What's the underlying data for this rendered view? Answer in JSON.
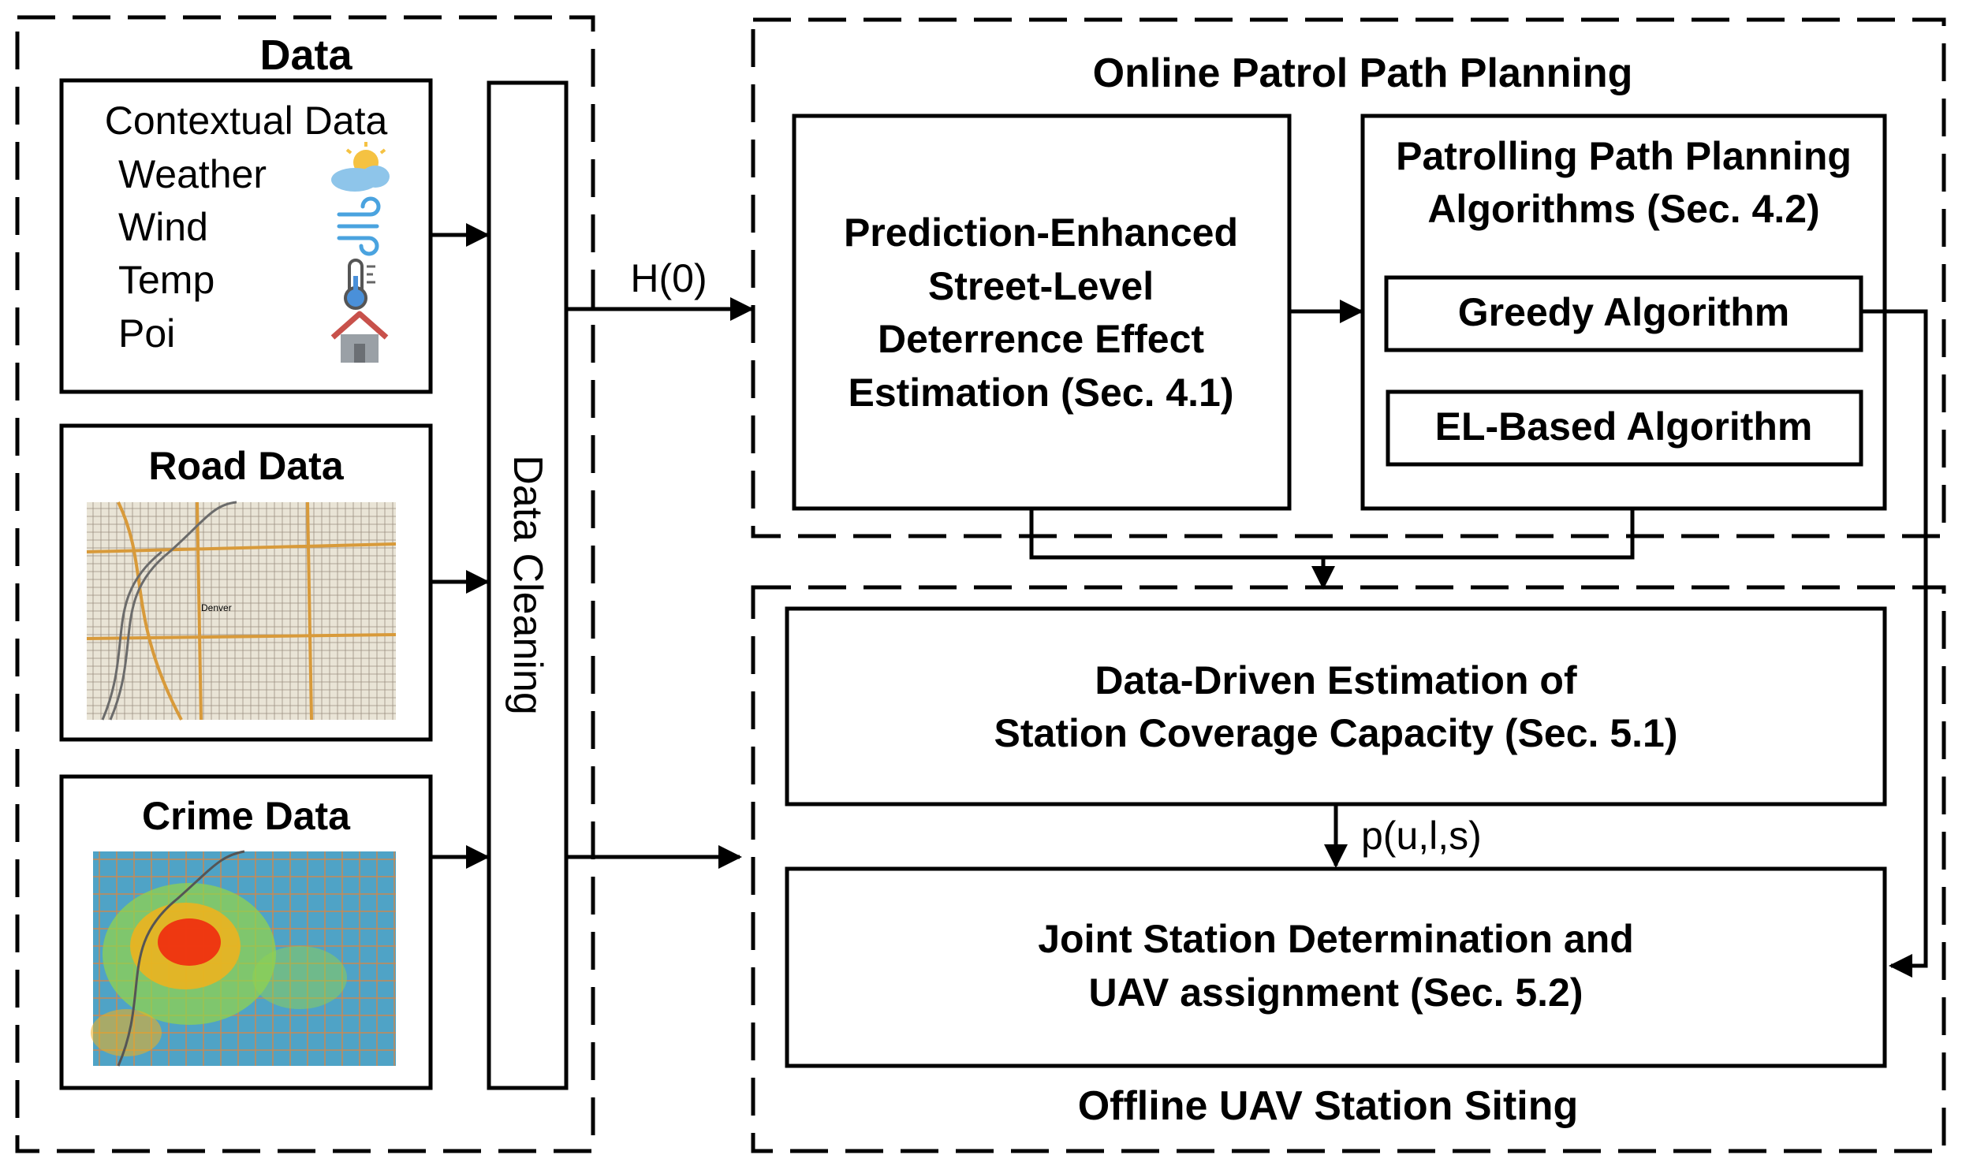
{
  "data_panel": {
    "title": "Data",
    "contextual": {
      "title": "Contextual Data",
      "items": [
        {
          "label": "Weather",
          "icon": "weather-icon"
        },
        {
          "label": "Wind",
          "icon": "wind-icon"
        },
        {
          "label": "Temp",
          "icon": "thermometer-icon"
        },
        {
          "label": "Poi",
          "icon": "house-icon"
        }
      ]
    },
    "road": {
      "title": "Road Data",
      "map_label": "Denver"
    },
    "crime": {
      "title": "Crime Data"
    },
    "cleaning": {
      "label": "Data Cleaning"
    }
  },
  "arrows": {
    "h0": "H(0)",
    "p": "p(u,l,s)"
  },
  "online": {
    "title": "Online Patrol Path Planning",
    "estimation": {
      "lines": [
        "Prediction-Enhanced",
        "Street-Level",
        "Deterrence Effect",
        "Estimation (Sec. 4.1)"
      ]
    },
    "algorithms": {
      "lines": [
        "Patrolling Path Planning",
        "Algorithms (Sec. 4.2)"
      ],
      "greedy": "Greedy Algorithm",
      "el": "EL-Based Algorithm"
    }
  },
  "offline": {
    "title": "Offline UAV Station Siting",
    "coverage": {
      "lines": [
        "Data-Driven Estimation of",
        "Station Coverage Capacity (Sec. 5.1)"
      ]
    },
    "joint": {
      "lines": [
        "Joint Station Determination and",
        "UAV assignment (Sec. 5.2)"
      ]
    }
  },
  "colors": {
    "line": "#000000",
    "map_bg": "#e9e4d6",
    "map_road": "#d89a3a",
    "map_grid": "#9a8f80",
    "crime_bg": "#4fa3c6",
    "crime_hot": "#f02a10",
    "crime_warm": "#f2b11b",
    "crime_mid": "#8fd14f",
    "weather_sun": "#f5c242",
    "weather_cloud": "#8ec5ea",
    "wind": "#4aa3df",
    "house": "#c8514b"
  }
}
